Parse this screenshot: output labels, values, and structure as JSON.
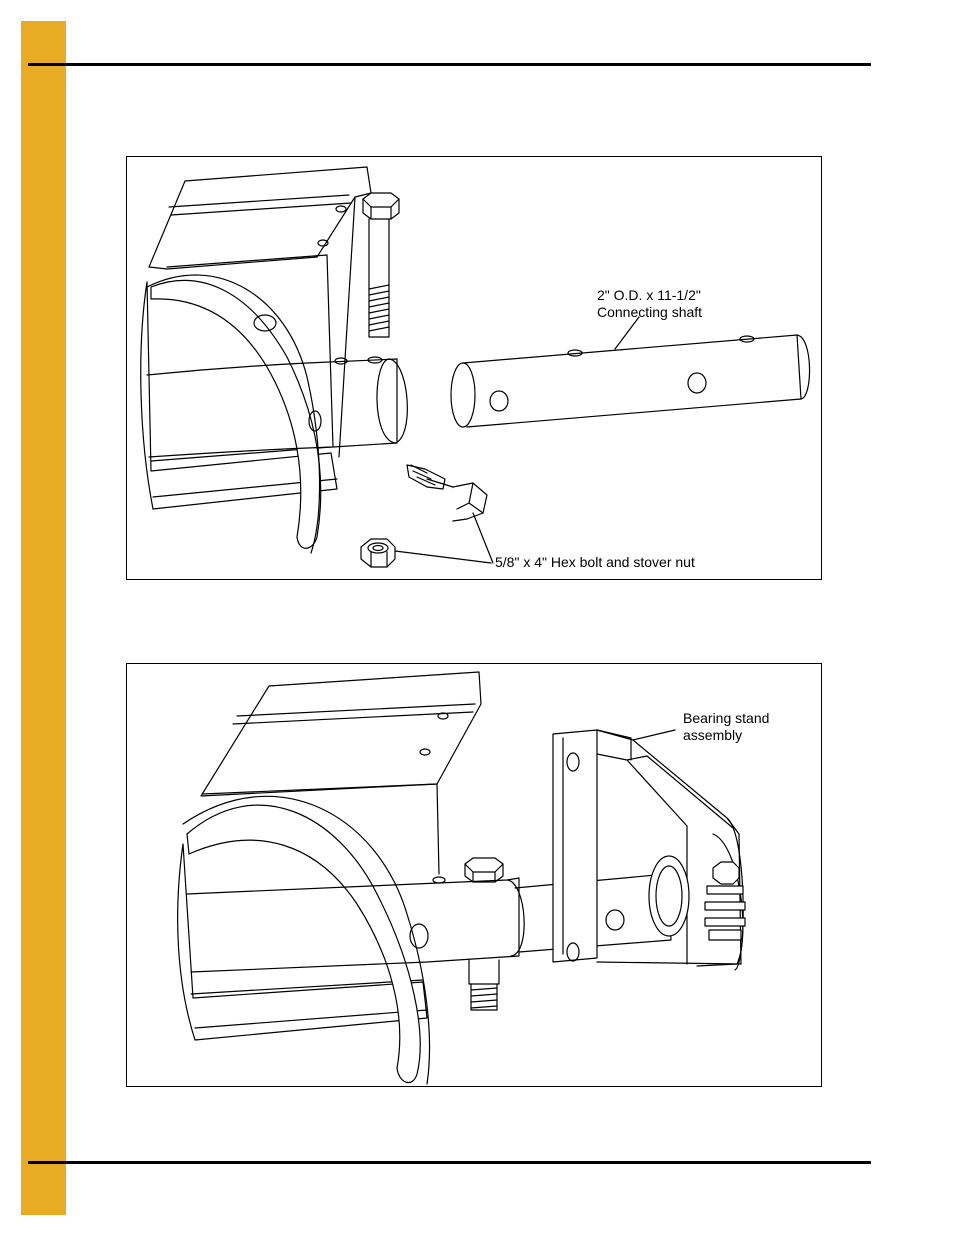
{
  "figure_1": {
    "callouts": {
      "shaft_line1": "2\" O.D. x 11-1/2\"",
      "shaft_line2": "Connecting shaft",
      "bolt": "5/8\" x 4\" Hex bolt and stover nut"
    }
  },
  "figure_2": {
    "callouts": {
      "bearing_line1": "Bearing stand",
      "bearing_line2": "assembly"
    }
  },
  "colors": {
    "side_tab": "#e8ac24",
    "rule": "#000000",
    "line_art": "#000000"
  }
}
